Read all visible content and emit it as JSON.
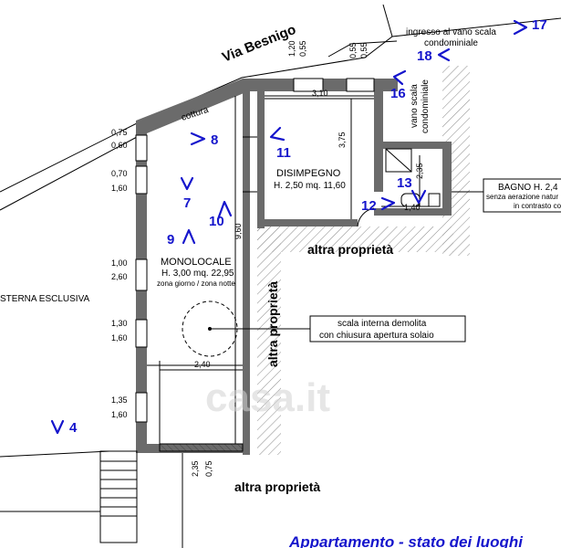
{
  "street": "Via Besnigo",
  "entrance_note": [
    "ingresso al vano scala",
    "condominiale"
  ],
  "stair_label": [
    "vano scala",
    "condominiale"
  ],
  "rooms": {
    "cottura": "cottura",
    "disimpegno": {
      "name": "DISIMPEGNO",
      "info": "H. 2,50 mq. 11,60"
    },
    "monolocale": {
      "name": "MONOLOCALE",
      "info": "H. 3,00 mq. 22,95",
      "sub": "zona giorno / zona notte"
    },
    "bagno": {
      "name": "BAGNO H. 2,4",
      "note1": "senza aerazione natur",
      "note2": "in contrasto co"
    }
  },
  "other_property": [
    "altra proprietà",
    "altra proprietà",
    "altra proprietà"
  ],
  "cisterna": "STERNA ESCLUSIVA",
  "callout": [
    "scala interna demolita",
    "con chiusura apertura solaio"
  ],
  "dims": {
    "top_left": [
      "1,20",
      "0,55"
    ],
    "top_right": [
      "0,55",
      "0,55"
    ],
    "width_310": "3,10",
    "height_375": "3,75",
    "height_960": "9,60",
    "width_240": "2,40",
    "bath_h": "2,35",
    "bath_w": "1,40",
    "bottom": [
      "2,35",
      "0,75"
    ],
    "windows": [
      [
        "0,75",
        "0,60"
      ],
      [
        "0,70",
        "1,60"
      ],
      [
        "1,00",
        "2,60"
      ],
      [
        "1,30",
        "1,60"
      ],
      [
        "1,35",
        "1,60"
      ]
    ]
  },
  "views": [
    "4",
    "7",
    "8",
    "9",
    "10",
    "11",
    "12",
    "13",
    "16",
    "17",
    "18"
  ],
  "footer_title": "Appartamento - stato dei luoghi",
  "watermark": "casa.it",
  "colors": {
    "annotation": "#1515cc",
    "wall": "#6b6b6b"
  }
}
